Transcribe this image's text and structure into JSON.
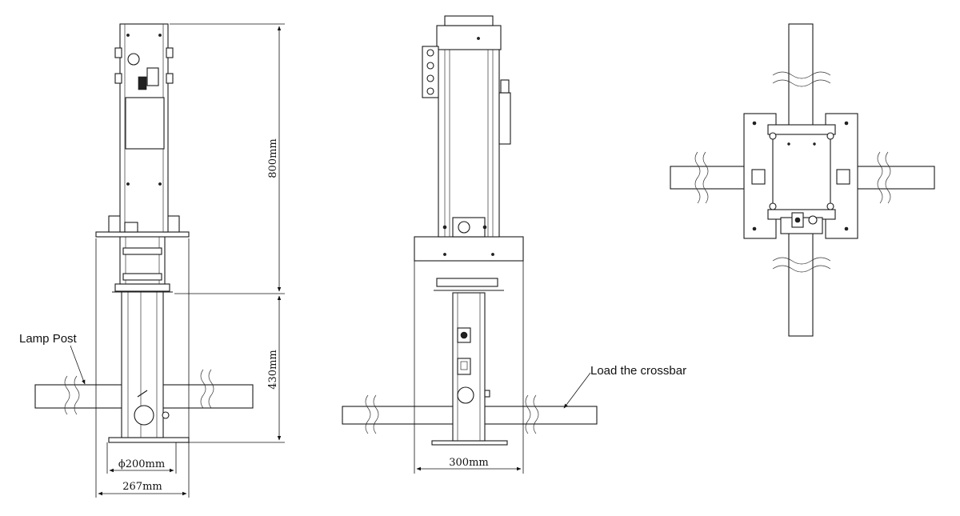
{
  "labels": {
    "lamp_post": "Lamp Post",
    "crossbar": "Load the crossbar"
  },
  "dimensions": {
    "height_upper": "800mm",
    "height_lower": "430mm",
    "diameter": "ϕ200mm",
    "base_width": "267mm",
    "front_width": "300mm"
  },
  "views": [
    "side-view",
    "front-view",
    "top-view"
  ]
}
